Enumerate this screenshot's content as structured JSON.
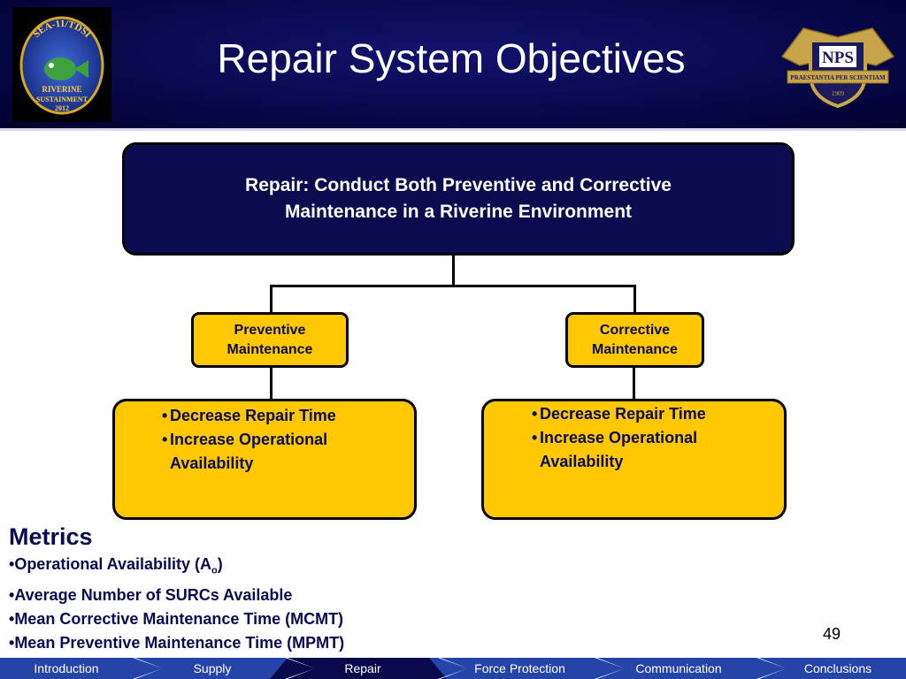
{
  "header": {
    "title": "Repair System Objectives",
    "logo_left_text": [
      "SEA-11/TDSI",
      "RIVERINE",
      "SUSTAINMENT",
      "2012"
    ],
    "logo_right_text": [
      "NPS",
      "PRAESTANTIA PER SCIENTIAM",
      "1909"
    ]
  },
  "diagram": {
    "top_box": {
      "line1": "Repair: Conduct Both Preventive and Corrective",
      "line2": "Maintenance in a Riverine Environment"
    },
    "preventive": {
      "line1": "Preventive",
      "line2": "Maintenance"
    },
    "corrective": {
      "line1": "Corrective",
      "line2": "Maintenance"
    },
    "left_goals": [
      "Decrease  Repair Time",
      "Increase Operational Availability"
    ],
    "right_goals": [
      "Decrease  Repair Time",
      "Increase Operational Availability"
    ]
  },
  "metrics": {
    "title": "Metrics",
    "item1_main": "Operational Availability (A",
    "item1_sub": "o",
    "item1_end": ")",
    "items": [
      "Average Number of SURCs Available",
      "Mean Corrective Maintenance Time (MCMT)",
      "Mean Preventive Maintenance Time (MPMT)"
    ]
  },
  "page_number": "49",
  "nav": {
    "items": [
      "Introduction",
      "Supply",
      "Repair",
      "Force Protection",
      "Communication",
      "Conclusions"
    ],
    "active": "Repair"
  },
  "colors": {
    "header_navy": "#07074a",
    "box_navy": "#0b0b50",
    "box_gold": "#ffc800",
    "nav_blue": "#2444a8"
  }
}
